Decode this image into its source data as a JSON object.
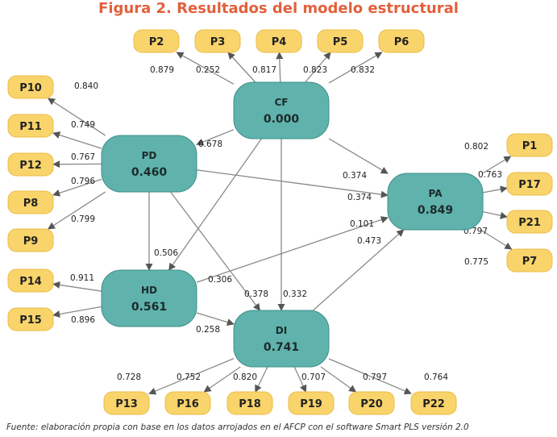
{
  "title": "Figura 2. Resultados del modelo estructural",
  "footer": {
    "p1": "Fuente: elaboración propia con base en los datos arrojados en el ",
    "acronym": "AFCP",
    "p2": " con el software Smart ",
    "pls": "PLS",
    "p3": " versión 2.0"
  },
  "colors": {
    "title": "#e2603b",
    "latent_fill": "#5fb3ac",
    "latent_stroke": "#3f8f88",
    "indicator_fill": "#f9d46b",
    "indicator_stroke": "#e9bd4a",
    "edge": "#8a8a8a"
  },
  "latent_variables": [
    {
      "id": "CF",
      "name": "CF",
      "value": "0.000"
    },
    {
      "id": "PD",
      "name": "PD",
      "value": "0.460"
    },
    {
      "id": "PA",
      "name": "PA",
      "value": "0.849"
    },
    {
      "id": "HD",
      "name": "HD",
      "value": "0.561"
    },
    {
      "id": "DI",
      "name": "DI",
      "value": "0.741"
    }
  ],
  "indicators": [
    {
      "id": "P2",
      "label": "P2"
    },
    {
      "id": "P3",
      "label": "P3"
    },
    {
      "id": "P4",
      "label": "P4"
    },
    {
      "id": "P5",
      "label": "P5"
    },
    {
      "id": "P6",
      "label": "P6"
    },
    {
      "id": "P10",
      "label": "P10"
    },
    {
      "id": "P11",
      "label": "P11"
    },
    {
      "id": "P12",
      "label": "P12"
    },
    {
      "id": "P8",
      "label": "P8"
    },
    {
      "id": "P9",
      "label": "P9"
    },
    {
      "id": "P14",
      "label": "P14"
    },
    {
      "id": "P15",
      "label": "P15"
    },
    {
      "id": "P1",
      "label": "P1"
    },
    {
      "id": "P17",
      "label": "P17"
    },
    {
      "id": "P21",
      "label": "P21"
    },
    {
      "id": "P7",
      "label": "P7"
    },
    {
      "id": "P13",
      "label": "P13"
    },
    {
      "id": "P16",
      "label": "P16"
    },
    {
      "id": "P18",
      "label": "P18"
    },
    {
      "id": "P19",
      "label": "P19"
    },
    {
      "id": "P20",
      "label": "P20"
    },
    {
      "id": "P22",
      "label": "P22"
    }
  ],
  "loadings": [
    {
      "from": "CF",
      "to": "P2",
      "value": "0.879"
    },
    {
      "from": "CF",
      "to": "P3",
      "value": "0.252"
    },
    {
      "from": "CF",
      "to": "P4",
      "value": "0.817"
    },
    {
      "from": "CF",
      "to": "P5",
      "value": "0.823"
    },
    {
      "from": "CF",
      "to": "P6",
      "value": "0.832"
    },
    {
      "from": "PD",
      "to": "P10",
      "value": "0.840"
    },
    {
      "from": "PD",
      "to": "P11",
      "value": "0.749"
    },
    {
      "from": "PD",
      "to": "P12",
      "value": "0.767"
    },
    {
      "from": "PD",
      "to": "P8",
      "value": "0.796"
    },
    {
      "from": "PD",
      "to": "P9",
      "value": "0.799"
    },
    {
      "from": "HD",
      "to": "P14",
      "value": "0.911"
    },
    {
      "from": "HD",
      "to": "P15",
      "value": "0.896"
    },
    {
      "from": "PA",
      "to": "P1",
      "value": "0.802"
    },
    {
      "from": "PA",
      "to": "P17",
      "value": "0.763"
    },
    {
      "from": "PA",
      "to": "P21",
      "value": "0.797"
    },
    {
      "from": "PA",
      "to": "P7",
      "value": "0.775"
    },
    {
      "from": "DI",
      "to": "P13",
      "value": "0.728"
    },
    {
      "from": "DI",
      "to": "P16",
      "value": "0.752"
    },
    {
      "from": "DI",
      "to": "P18",
      "value": "0.820"
    },
    {
      "from": "DI",
      "to": "P19",
      "value": "0.707"
    },
    {
      "from": "DI",
      "to": "P20",
      "value": "0.797"
    },
    {
      "from": "DI",
      "to": "P22",
      "value": "0.764"
    }
  ],
  "paths": [
    {
      "from": "CF",
      "to": "PD",
      "value": "0.678"
    },
    {
      "from": "CF",
      "to": "PA",
      "value": "0.374"
    },
    {
      "from": "CF",
      "to": "HD",
      "value": "0.306"
    },
    {
      "from": "CF",
      "to": "DI",
      "value": "0.332"
    },
    {
      "from": "PD",
      "to": "PA",
      "value": "0.374"
    },
    {
      "from": "PD",
      "to": "HD",
      "value": "0.506"
    },
    {
      "from": "PD",
      "to": "DI",
      "value": "0.378"
    },
    {
      "from": "HD",
      "to": "PA",
      "value": "0.101"
    },
    {
      "from": "HD",
      "to": "DI",
      "value": "0.258"
    },
    {
      "from": "DI",
      "to": "PA",
      "value": "0.473"
    }
  ]
}
